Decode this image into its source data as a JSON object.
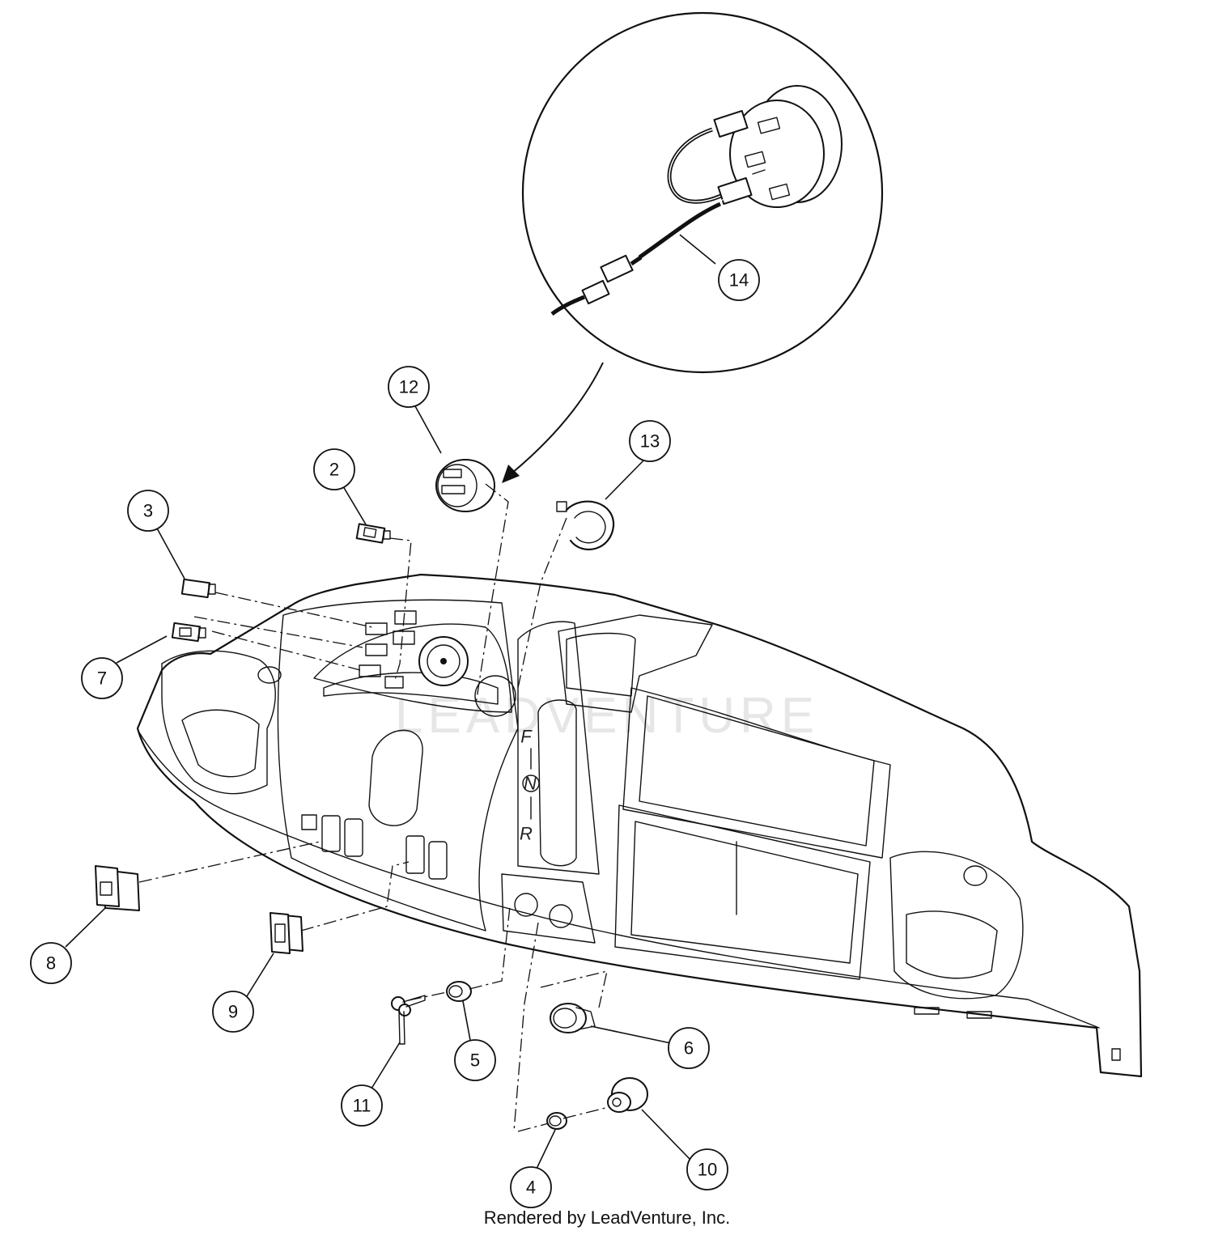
{
  "diagram": {
    "callouts": [
      {
        "id": "callout-2",
        "label": "2"
      },
      {
        "id": "callout-3",
        "label": "3"
      },
      {
        "id": "callout-4",
        "label": "4"
      },
      {
        "id": "callout-5",
        "label": "5"
      },
      {
        "id": "callout-6",
        "label": "6"
      },
      {
        "id": "callout-7",
        "label": "7"
      },
      {
        "id": "callout-8",
        "label": "8"
      },
      {
        "id": "callout-9",
        "label": "9"
      },
      {
        "id": "callout-10",
        "label": "10"
      },
      {
        "id": "callout-11",
        "label": "11"
      },
      {
        "id": "callout-12",
        "label": "12"
      },
      {
        "id": "callout-13",
        "label": "13"
      },
      {
        "id": "callout-14",
        "label": "14"
      }
    ],
    "direction_letters": {
      "forward": "F",
      "neutral": "N",
      "reverse": "R"
    },
    "watermark": "LEADVENTURE"
  },
  "footer": {
    "credit": "Rendered by LeadVenture, Inc."
  }
}
